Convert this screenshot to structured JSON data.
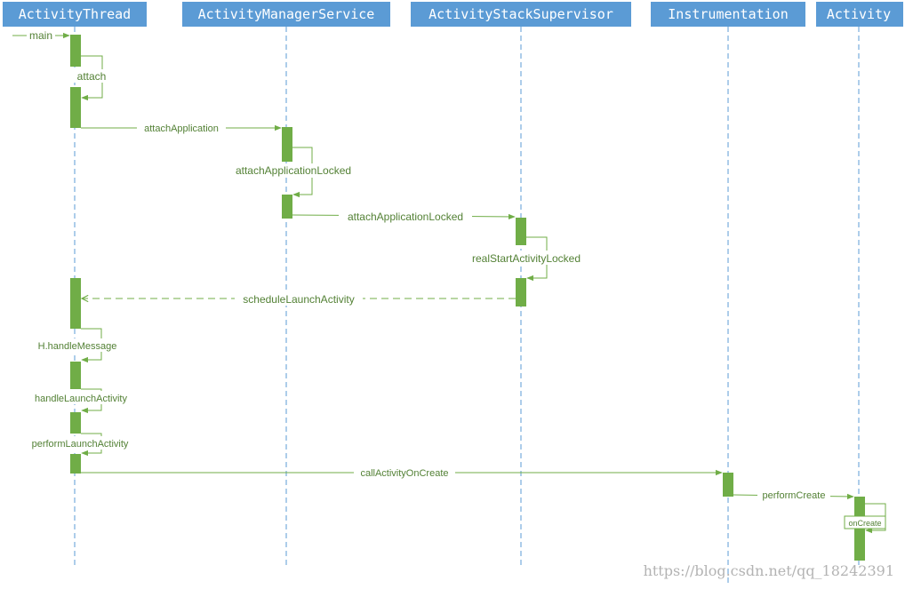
{
  "participants": {
    "activity_thread": "ActivityThread",
    "activity_manager_service": "ActivityManagerService",
    "activity_stack_supervisor": "ActivityStackSupervisor",
    "instrumentation": "Instrumentation",
    "activity": "Activity"
  },
  "messages": {
    "main": "main",
    "attach": "attach",
    "attach_application": "attachApplication",
    "attach_application_locked_self": "attachApplicationLocked",
    "attach_application_locked": "attachApplicationLocked",
    "real_start_activity_locked": "realStartActivityLocked",
    "schedule_launch_activity": "scheduleLaunchActivity",
    "h_handle_message": "H.handleMessage",
    "handle_launch_activity": "handleLaunchActivity",
    "perform_launch_activity": "performLaunchActivity",
    "call_activity_on_create": "callActivityOnCreate",
    "perform_create": "performCreate",
    "on_create": "onCreate"
  },
  "watermark": "https://blog.csdn.net/qq_18242391",
  "colors": {
    "participant_header": "#5b9bd5",
    "lifeline": "#5b9bd5",
    "activation_bar": "#70ad47",
    "message_line": "#70ad47",
    "message_label": "#538135",
    "watermark": "#b3b3b3"
  }
}
